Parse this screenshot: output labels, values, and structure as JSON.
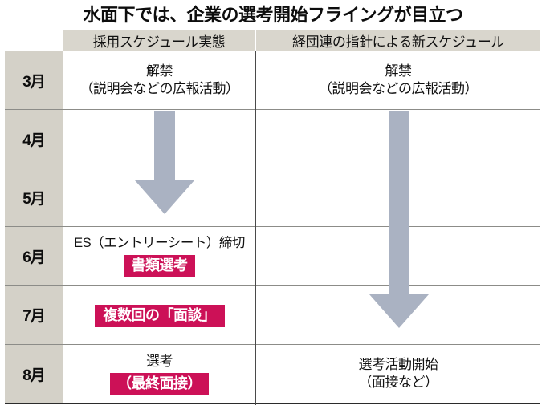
{
  "title": "水面下では、企業の選考開始フライングが目立つ",
  "colors": {
    "badge_pink": "#cc1157",
    "arrow_gray": "#aab2c2",
    "header_beige": "#d9d6cd",
    "month_beige": "#d4d1c8",
    "text": "#111111"
  },
  "columns": {
    "month_header": "",
    "left_header": "採用スケジュール実態",
    "right_header": "経団連の指針による新スケジュール"
  },
  "rows": [
    {
      "month": "3月",
      "left": {
        "lines": [
          "解禁",
          "（説明会などの広報活動）"
        ],
        "badges": []
      },
      "right": {
        "lines": [
          "解禁",
          "（説明会などの広報活動）"
        ],
        "badges": []
      }
    },
    {
      "month": "4月",
      "left": {
        "lines": [],
        "badges": []
      },
      "right": {
        "lines": [],
        "badges": []
      }
    },
    {
      "month": "5月",
      "left": {
        "lines": [],
        "badges": []
      },
      "right": {
        "lines": [],
        "badges": []
      }
    },
    {
      "month": "6月",
      "left": {
        "lines": [
          "ES（エントリーシート）締切"
        ],
        "badges": [
          "書類選考"
        ]
      },
      "right": {
        "lines": [],
        "badges": []
      }
    },
    {
      "month": "7月",
      "left": {
        "lines": [],
        "badges": [
          "複数回の「面談」"
        ]
      },
      "right": {
        "lines": [],
        "badges": []
      }
    },
    {
      "month": "8月",
      "left": {
        "lines": [
          "選考"
        ],
        "badges": [
          "（最終面接）"
        ]
      },
      "right": {
        "lines": [
          "選考活動開始",
          "（面接など）"
        ],
        "badges": []
      }
    }
  ],
  "arrows": [
    {
      "name": "left-column-flow-arrow",
      "column": "left",
      "from_month": "4月",
      "to_month": "5月"
    },
    {
      "name": "right-column-flow-arrow",
      "column": "right",
      "from_month": "4月",
      "to_month": "7月"
    }
  ]
}
